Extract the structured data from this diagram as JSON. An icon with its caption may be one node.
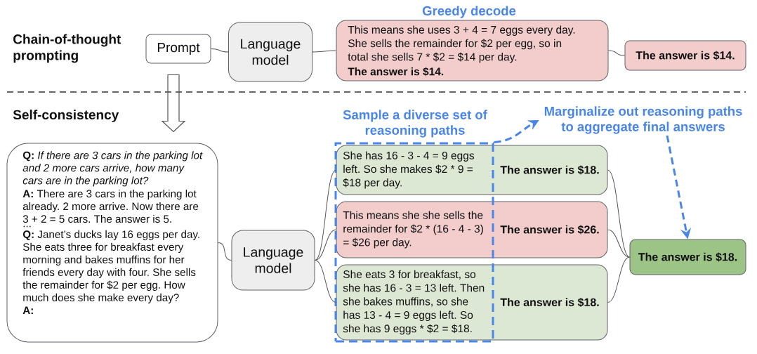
{
  "diagram": {
    "nodes": [
      {
        "text": [
          "Prompt"
        ]
      },
      {
        "text": [
          "Language model"
        ]
      },
      {
        "text": [
          "This means she uses 3 + 4 = 7 eggs every day. She sells the remainder for $2 per egg, so in total she sells 7 * $2 = $14 per day.",
          "The answer is $14."
        ],
        "beside": [
          "Greedy decode"
        ]
      },
      {
        "text": [
          "The answer is $14."
        ]
      },
      {
        "text": [
          "**Q:** *If there are 3 cars in the parking lot and 2 more cars arrive, how many cars are in the parking lot?*",
          "**A:** There are 3 cars in the parking lot already. 2 more arrive. Now there are 3 + 2 = 5 cars. The answer is 5.",
          "...",
          "**Q:** Janet’s ducks lay 16 eggs per day. She eats three for breakfast every morning and bakes muffins for her friends every day with four. She sells the remainder for $2 per egg. How much does she make every day?",
          "A:"
        ]
      },
      {
        "text": [
          "Language model"
        ]
      },
      {
        "text": [
          "Sample a diverse set of reasoning paths"
        ]
      },
      {
        "text": [
          "Marginalize out reasoning paths to aggregate final answers"
        ]
      },
      {
        "text": [
          "She has 16 - 3 - 4 = 9 eggs left. So she makes $2 * 9 = $18 per day.",
          "The answer is $18."
        ]
      },
      {
        "text": [
          "This means she she sells the remainder for $2 * (16 - 4 - 3) = $26 per day.",
          "The answer is $26."
        ]
      },
      {
        "text": [
          "She eats 3 for breakfast, so she has 16 - 3 = 13 left. Then she bakes muffins, so she has 13 - 4 = 9 eggs left. So she has 9 eggs * $2 = $18.",
          "The answer is $18."
        ]
      },
      {
        "text": [
          "The answer is $18."
        ]
      }
    ],
    "edges": [
      {
        "from": 0,
        "to": 1,
        "arrow": "none"
      },
      {
        "from": 1,
        "to": 2,
        "arrow": "none"
      },
      {
        "from": 2,
        "to": 3,
        "arrow": "none"
      },
      {
        "from": 0,
        "to": 4,
        "arrow": "to",
        "style": "thick"
      },
      {
        "from": 4,
        "to": 5,
        "arrow": "none"
      },
      {
        "from": 5,
        "to": 8,
        "arrow": "none"
      },
      {
        "from": 5,
        "to": 9,
        "arrow": "none"
      },
      {
        "from": 5,
        "to": 10,
        "arrow": "none"
      },
      {
        "from": 6,
        "to": 7,
        "arrow": "to",
        "style": "dashed",
        "color": "#4a86e8"
      },
      {
        "from": 7,
        "to": 11,
        "arrow": "to",
        "style": "dashed",
        "color": "#4a86e8"
      },
      {
        "from": 8,
        "to": 11,
        "arrow": "none"
      },
      {
        "from": 9,
        "to": 11,
        "arrow": "none"
      },
      {
        "from": 10,
        "to": 11,
        "arrow": "none"
      }
    ],
    "labels": [
      "Chain-of-thought prompting",
      "Self-consistency"
    ]
  }
}
